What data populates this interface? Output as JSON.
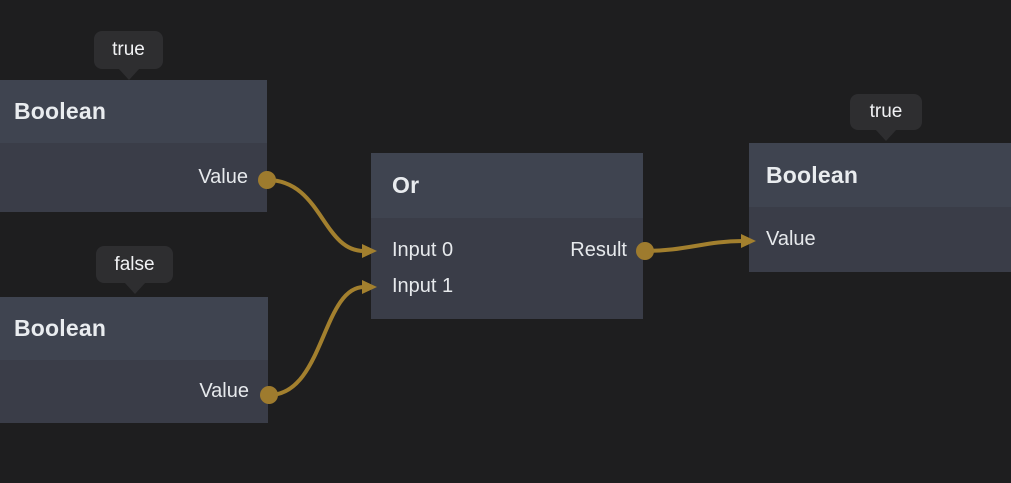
{
  "editor": {
    "type": "node-graph",
    "background": "#1e1e1f"
  },
  "theme": {
    "node_header_color": "#3f4450",
    "node_body_color": "#3a3d48",
    "badge_background": "#2e2e30",
    "wire_color": "#a3802e",
    "port_color": "#9e7b2e",
    "text_color": "#e9ecef"
  },
  "nodes": {
    "bool_top_left": {
      "title": "Boolean",
      "badge": "true",
      "ports": {
        "output": "Value"
      }
    },
    "bool_bottom_left": {
      "title": "Boolean",
      "badge": "false",
      "ports": {
        "output": "Value"
      }
    },
    "or_gate": {
      "title": "Or",
      "ports": {
        "input0": "Input 0",
        "input1": "Input 1",
        "output": "Result"
      }
    },
    "bool_right": {
      "title": "Boolean",
      "badge": "true",
      "ports": {
        "input": "Value"
      }
    }
  },
  "edges": [
    {
      "from": "bool_top_left.Value",
      "to": "or_gate.Input 0"
    },
    {
      "from": "bool_bottom_left.Value",
      "to": "or_gate.Input 1"
    },
    {
      "from": "or_gate.Result",
      "to": "bool_right.Value"
    }
  ]
}
